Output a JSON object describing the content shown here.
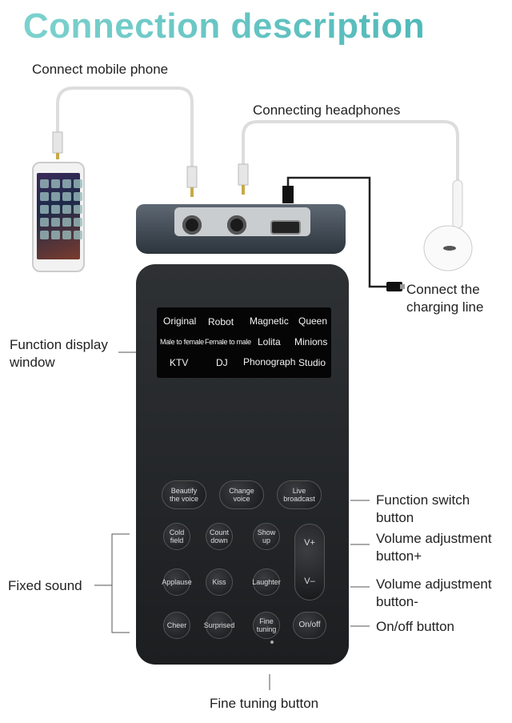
{
  "title": "Connection description",
  "labels": {
    "connect_mobile_phone": "Connect mobile phone",
    "connecting_headphones": "Connecting headphones",
    "charging_line": [
      "Connect the",
      "charging line"
    ],
    "function_display": [
      "Function display",
      "window"
    ],
    "fixed_sound": "Fixed sound",
    "function_switch": [
      "Function switch",
      "button"
    ],
    "volume_up": [
      "Volume adjustment",
      "button+"
    ],
    "volume_down": [
      "Volume adjustment",
      "button-"
    ],
    "on_off": "On/off button",
    "fine_tuning": "Fine tuning button"
  },
  "display": {
    "row1": [
      "Original",
      "Robot",
      "Magnetic",
      "Queen"
    ],
    "row2": [
      "Male to female",
      "Female to male",
      "Lolita",
      "Minions"
    ],
    "row3": [
      "KTV",
      "DJ",
      "Phonograph",
      "Studio"
    ]
  },
  "buttons": {
    "beautify": [
      "Beautify",
      "the voice"
    ],
    "change": [
      "Change",
      "voice"
    ],
    "live": [
      "Live",
      "broadcast"
    ],
    "cold": [
      "Cold",
      "field"
    ],
    "count": [
      "Count",
      "down"
    ],
    "showup": "Show up",
    "applause": "Applause",
    "kiss": "Kiss",
    "laughter": "Laughter",
    "cheer": "Cheer",
    "surprised": "Surprised",
    "fine": [
      "Fine",
      "tuning"
    ],
    "onoff": "On/off",
    "vplus": "V+",
    "vminus": "V–"
  }
}
